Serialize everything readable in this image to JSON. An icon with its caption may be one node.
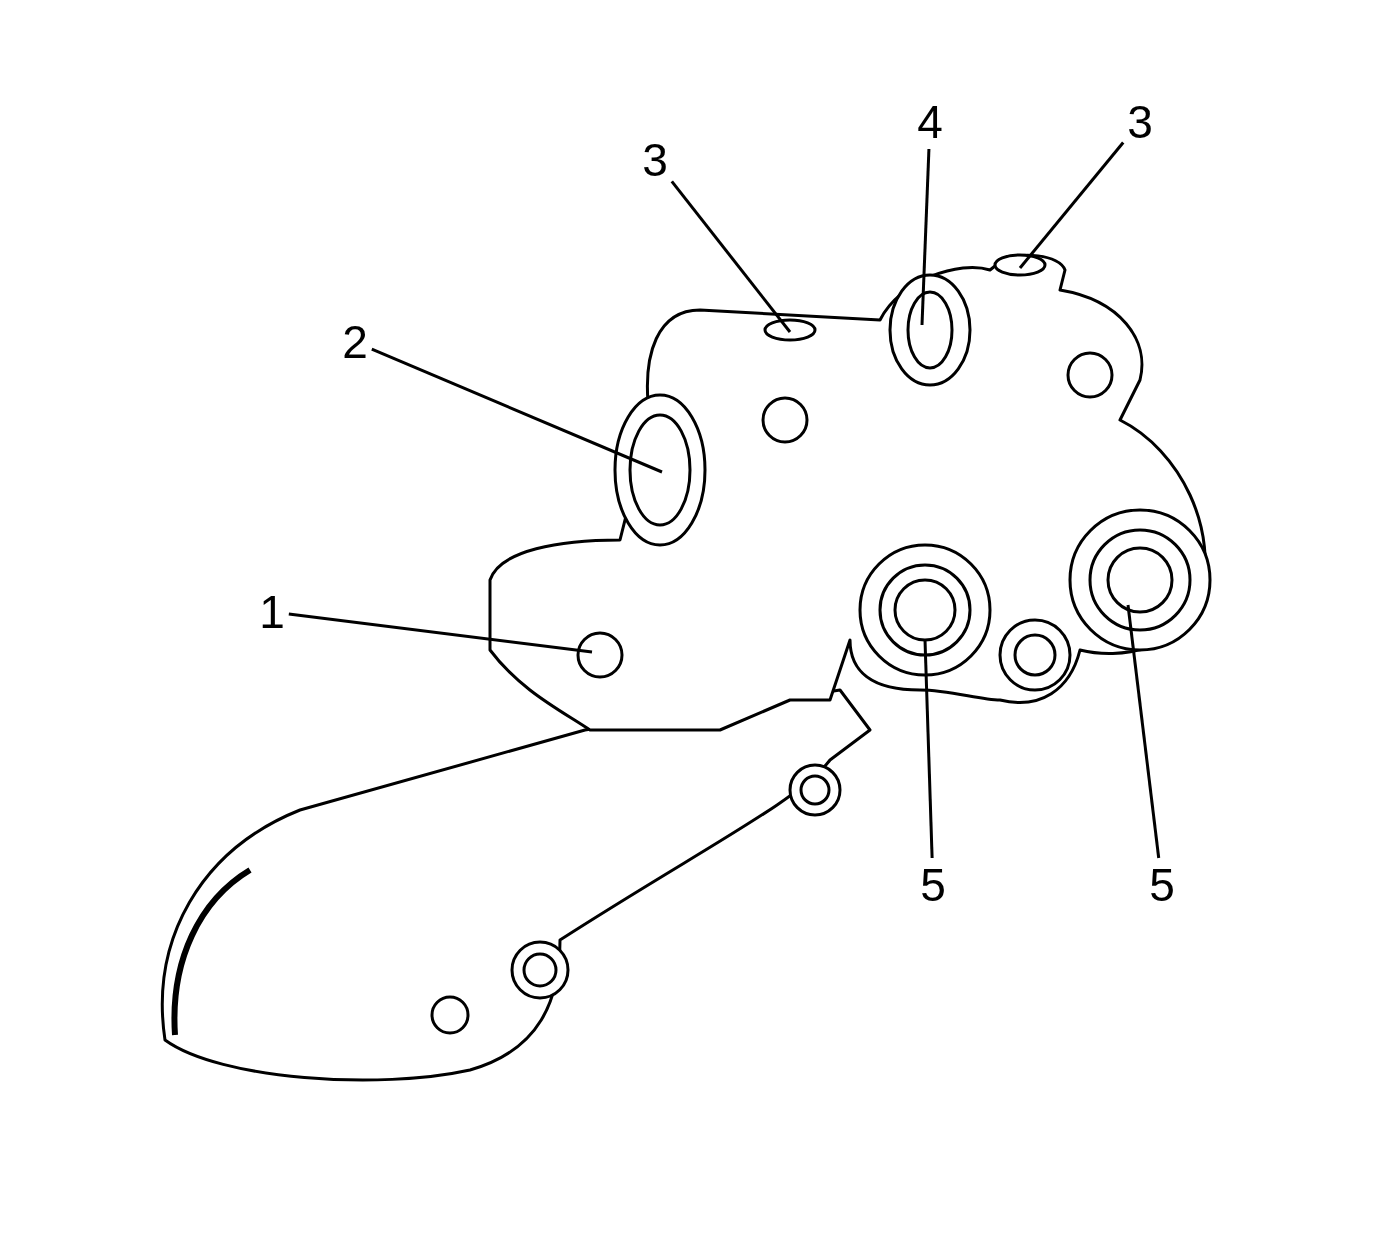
{
  "diagram": {
    "nodes": [
      {
        "text": [
          "4"
        ]
      },
      {
        "text": [
          "3"
        ]
      },
      {
        "text": [
          "3"
        ]
      },
      {
        "text": [
          "2"
        ]
      },
      {
        "text": [
          "1"
        ]
      },
      {
        "text": [
          "5"
        ]
      },
      {
        "text": [
          "5"
        ]
      }
    ],
    "edges": [
      {
        "from": 0,
        "to": null,
        "arrow": "none"
      },
      {
        "from": 1,
        "to": null,
        "arrow": "none"
      },
      {
        "from": 2,
        "to": null,
        "arrow": "none"
      },
      {
        "from": 3,
        "to": null,
        "arrow": "none"
      },
      {
        "from": 4,
        "to": null,
        "arrow": "none"
      },
      {
        "from": 5,
        "to": null,
        "arrow": "none"
      },
      {
        "from": 6,
        "to": null,
        "arrow": "none"
      }
    ]
  }
}
